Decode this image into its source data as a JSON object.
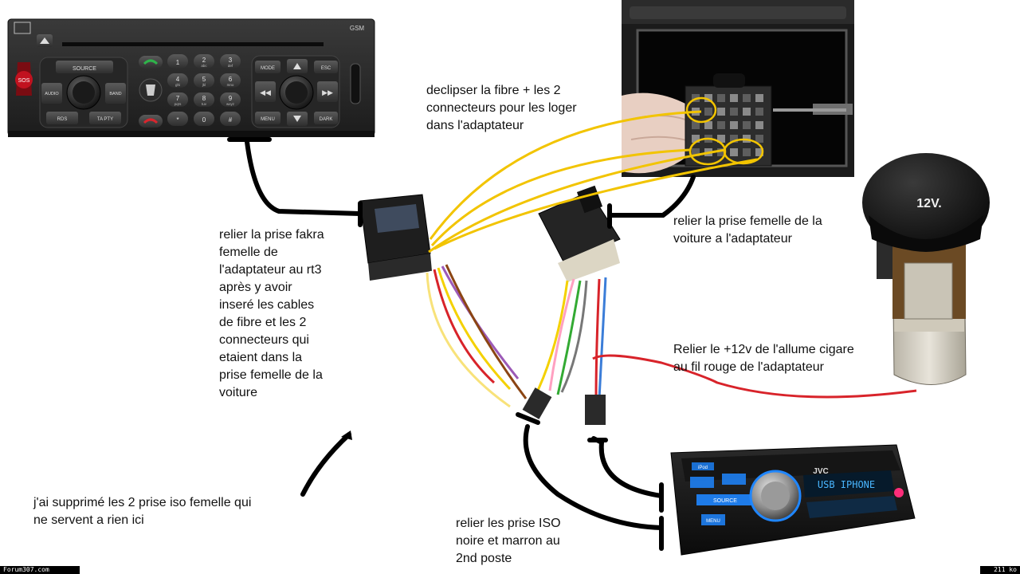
{
  "annotations": {
    "fibre_note": "declipser la fibre + les 2\nconnecteurs pour les loger\ndans l'adaptateur",
    "fakra_note": "relier la prise fakra\nfemelle de\nl'adaptateur au rt3\naprès y avoir\ninseré les cables\nde fibre et les 2\nconnecteurs qui\netaient dans la\nprise femelle de la\nvoiture",
    "car_socket_note": "relier la prise femelle de la\nvoiture a l'adaptateur",
    "power_note": "Relier le +12v de l'allume cigare\nau fil rouge de l'adaptateur",
    "iso_removed_note": "j'ai supprimé les 2 prise iso femelle qui\nne servent a rien ici",
    "iso_connect_note": "relier les prise ISO\nnoire et marron au\n2nd poste"
  },
  "rt3_radio": {
    "brand": "GSM",
    "sos": "SOS",
    "source": "SOURCE",
    "audio": "AUDIO",
    "band": "BAND",
    "rds": "RDS",
    "ta": "TA PTY",
    "mode": "MODE",
    "esc": "ESC",
    "menu": "MENU",
    "dark": "DARK",
    "keys": [
      {
        "n": "1",
        "s": ""
      },
      {
        "n": "2",
        "s": "abc"
      },
      {
        "n": "3",
        "s": "def"
      },
      {
        "n": "4",
        "s": "ghi"
      },
      {
        "n": "5",
        "s": "jkl"
      },
      {
        "n": "6",
        "s": "mno"
      },
      {
        "n": "7",
        "s": "pqrs"
      },
      {
        "n": "8",
        "s": "tuv"
      },
      {
        "n": "9",
        "s": "wxyz"
      },
      {
        "n": "*",
        "s": ""
      },
      {
        "n": "0",
        "s": ""
      },
      {
        "n": "#",
        "s": ""
      }
    ]
  },
  "lighter_label": "12V.",
  "jvc_radio": {
    "brand": "JVC",
    "display": "USB IPHONE",
    "source": "SOURCE",
    "menu": "MENU",
    "ipod": "iPod"
  },
  "footer": {
    "left": "Forum307.com",
    "right": "211 ko"
  },
  "colors": {
    "fibre_wire": "#f2c400",
    "power_wire": "#d8232a",
    "connector_line": "#000000"
  }
}
